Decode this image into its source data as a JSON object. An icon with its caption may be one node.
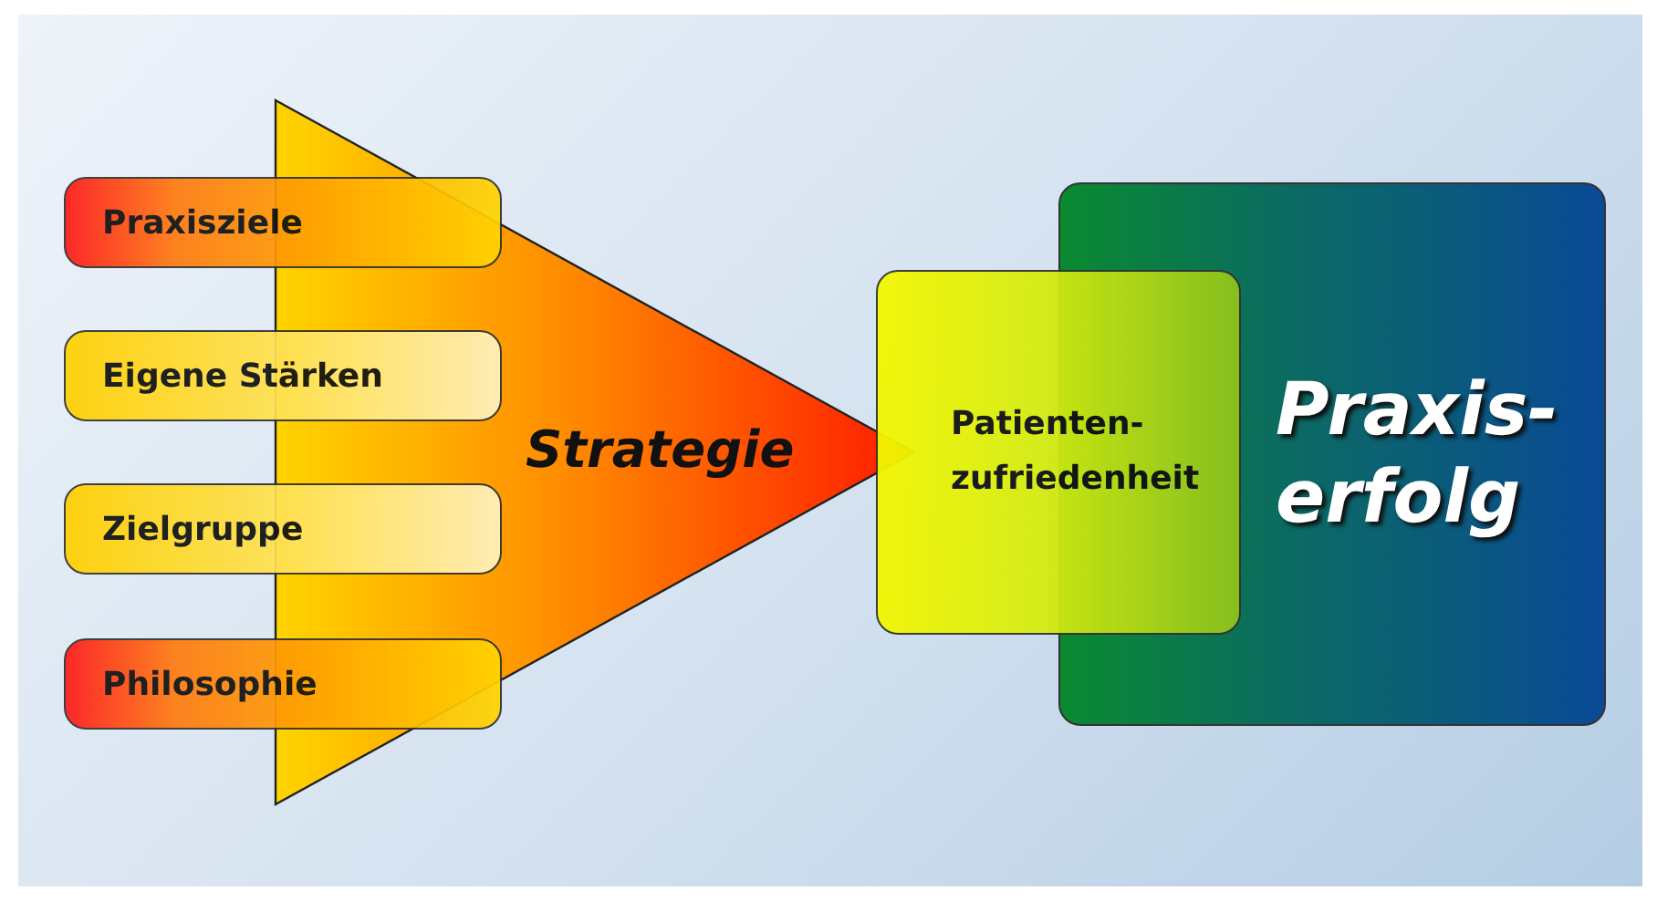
{
  "diagram": {
    "nodes": [
      {
        "text": [
          "Praxisziele"
        ]
      },
      {
        "text": [
          "Eigene Stärken"
        ]
      },
      {
        "text": [
          "Zielgruppe"
        ]
      },
      {
        "text": [
          "Philosophie"
        ]
      },
      {
        "text": [
          "Strategie"
        ]
      },
      {
        "text": [
          "Patienten- zufriedenheit"
        ]
      },
      {
        "text": [
          "Praxis- erfolg"
        ]
      }
    ]
  }
}
